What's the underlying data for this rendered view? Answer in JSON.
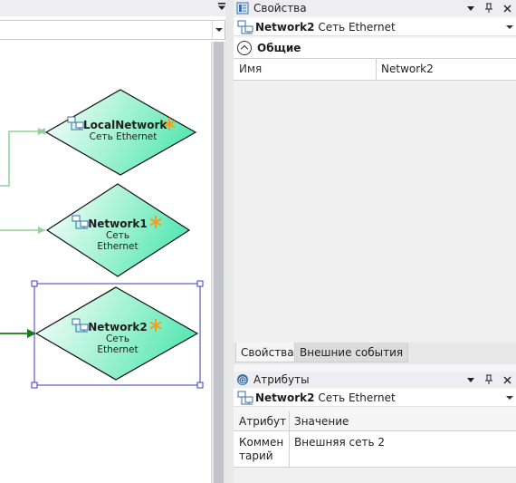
{
  "diagram": {
    "nodes": [
      {
        "title": "LocalNetwork",
        "subtitle": "Сеть Ethernet",
        "selected": false
      },
      {
        "title": "Network1",
        "subtitle": "Сеть Ethernet",
        "selected": false
      },
      {
        "title": "Network2",
        "subtitle": "Сеть Ethernet",
        "selected": true
      }
    ],
    "colors": {
      "node_gradient_start": "#ffffff",
      "node_gradient_end": "#5ee8b6",
      "edge_light": "#8fd29a",
      "edge_dark": "#1a7a1a",
      "selection": "#3a3acc",
      "star": "#f0a020"
    }
  },
  "properties_panel": {
    "title": "Свойства",
    "object_name": "Network2",
    "object_type": "Сеть Ethernet",
    "section": "Общие",
    "rows": [
      {
        "name": "Имя",
        "value": "Network2"
      }
    ],
    "tabs": [
      "Свойства",
      "Внешние события"
    ]
  },
  "attributes_panel": {
    "title": "Атрибуты",
    "object_name": "Network2",
    "object_type": "Сеть Ethernet",
    "columns": [
      "Атрибут",
      "Значение"
    ],
    "rows": [
      {
        "attribute": "Комментарий",
        "value": "Внешняя сеть 2"
      }
    ]
  }
}
